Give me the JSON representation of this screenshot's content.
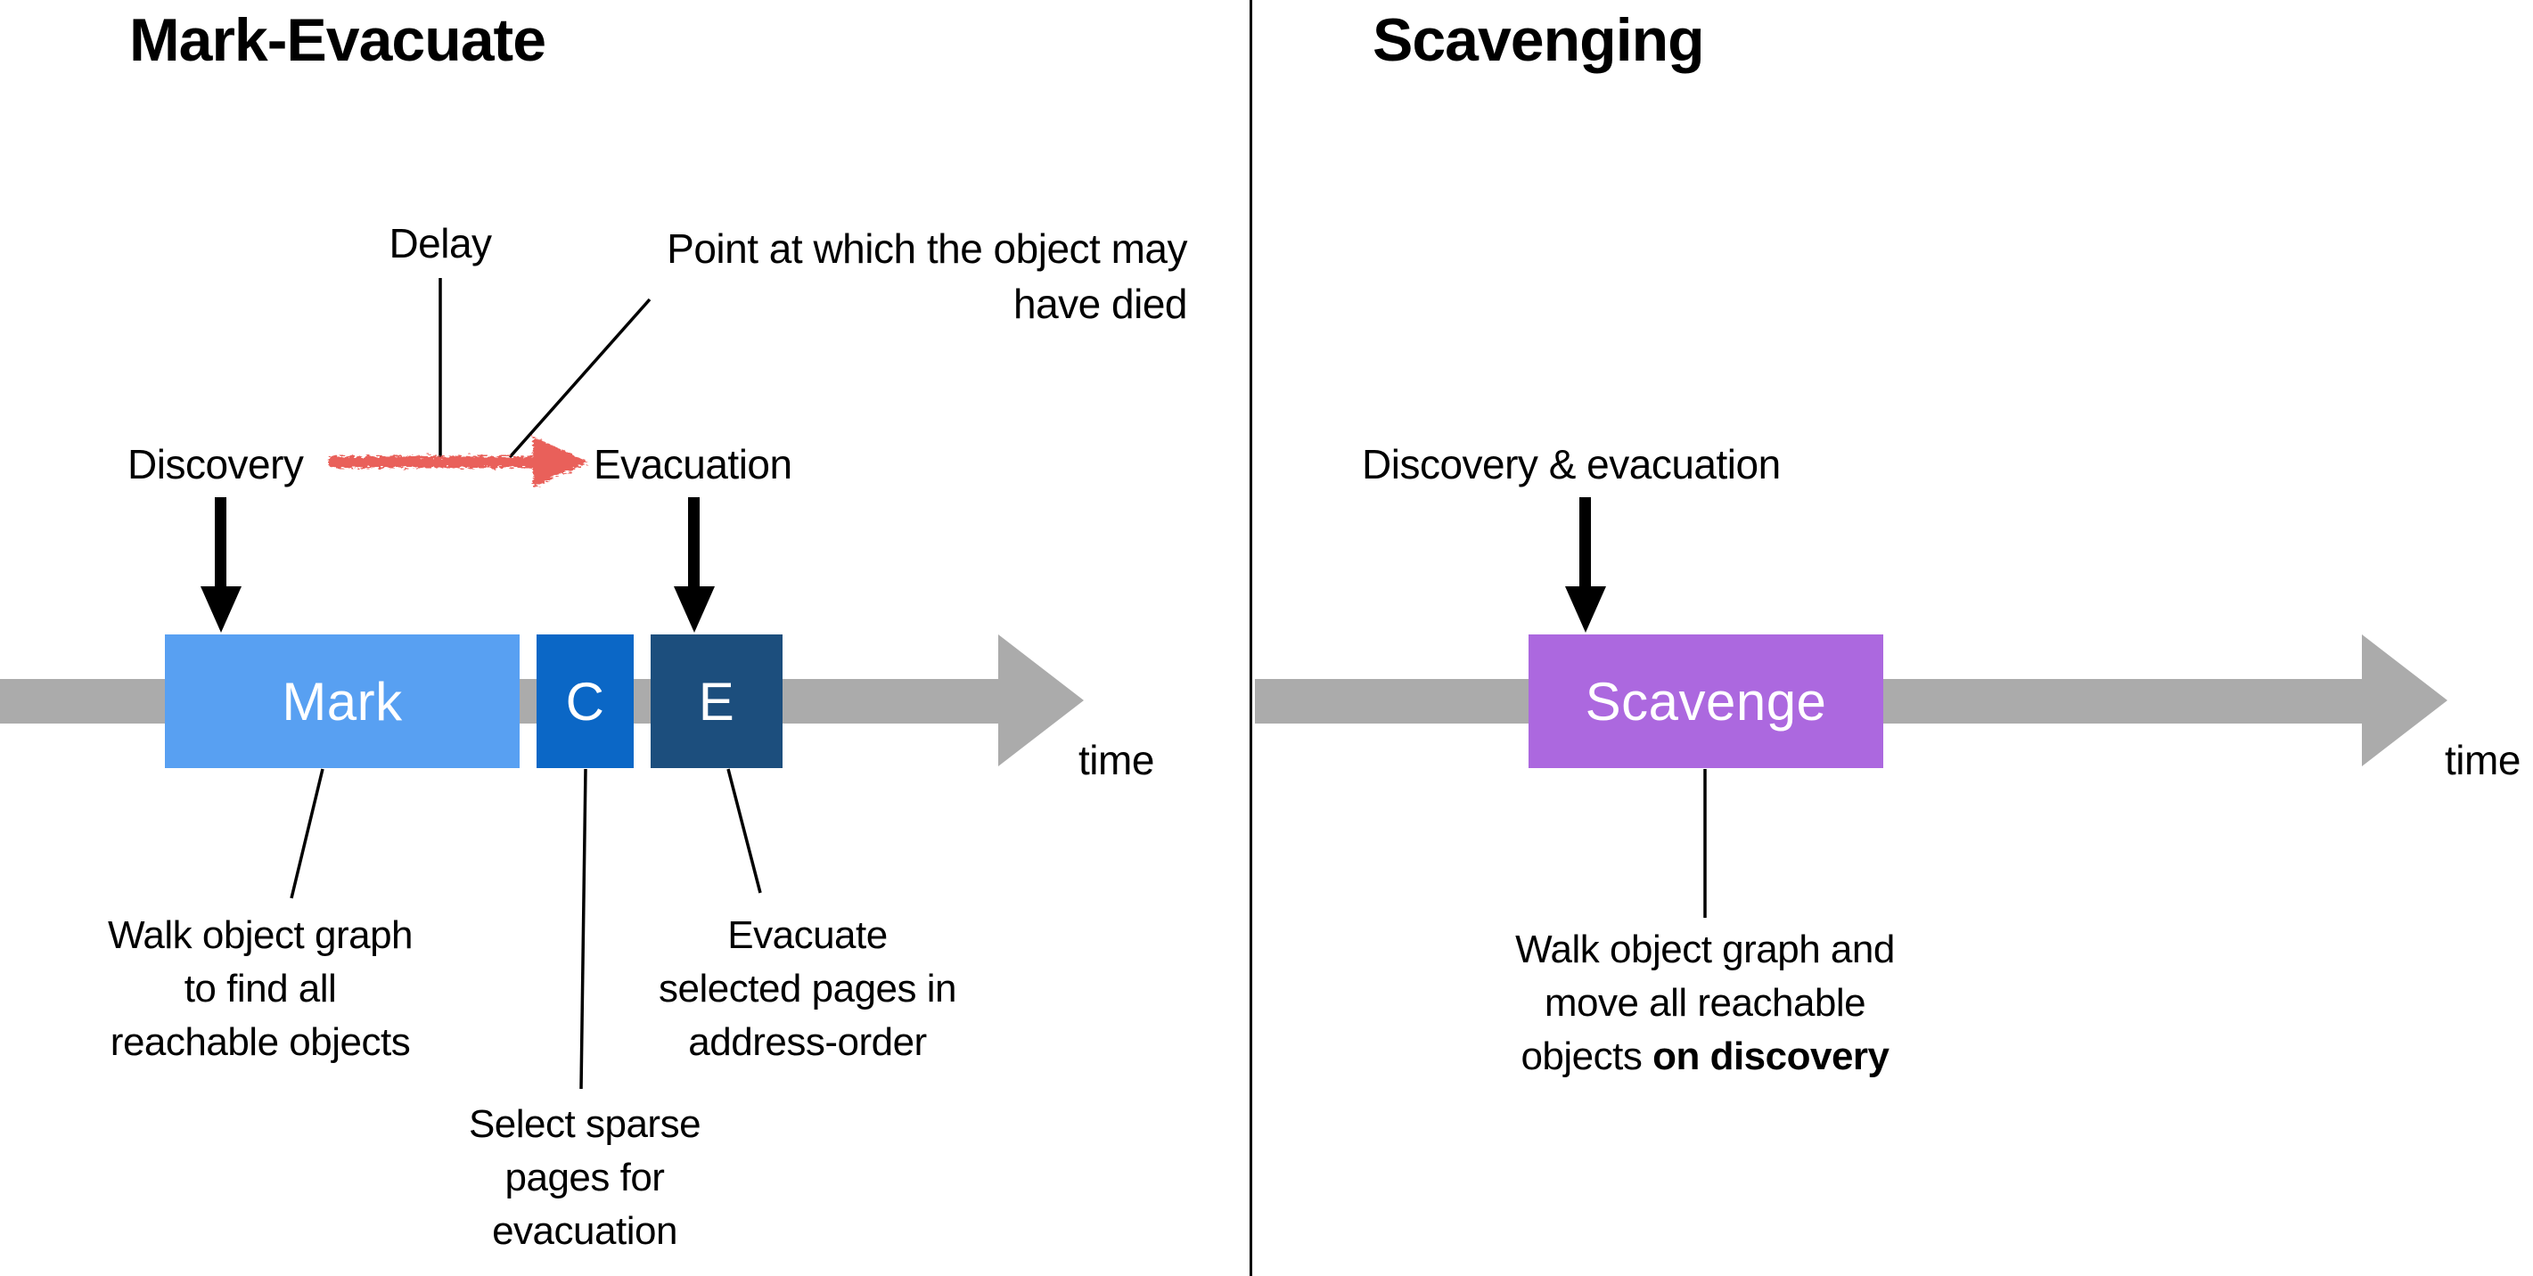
{
  "colors": {
    "mark_box": "#58A0F2",
    "compact_box": "#0B67C6",
    "evacuate_box": "#1C4E7D",
    "scavenge_box": "#AC68DF",
    "timeline_gray": "#ABABAB",
    "crayon_arrow_red": "#E9605A",
    "text": "#000000"
  },
  "left_panel": {
    "title": "Mark-Evacuate",
    "delay_label": "Delay",
    "point_died_lines": [
      "Point at which the object may",
      "have died"
    ],
    "discovery_label": "Discovery",
    "evacuation_label": "Evacuation",
    "time_label": "time",
    "boxes": {
      "mark": "Mark",
      "compact": "C",
      "evacuate": "E"
    },
    "notes": {
      "mark": {
        "lines": [
          "Walk object graph",
          "to find all",
          "reachable objects"
        ]
      },
      "compact": {
        "lines": [
          "Select sparse",
          "pages for",
          "evacuation"
        ]
      },
      "evacuate": {
        "lines": [
          "Evacuate",
          "selected pages in",
          "address-order"
        ]
      }
    }
  },
  "right_panel": {
    "title": "Scavenging",
    "discovery_evacuation_label": "Discovery & evacuation",
    "time_label": "time",
    "boxes": {
      "scavenge": "Scavenge"
    },
    "notes": {
      "scavenge": {
        "lines": [
          "Walk object graph and",
          "move all reachable"
        ],
        "last_line_normal": "objects ",
        "last_line_bold": "on discovery"
      }
    }
  }
}
